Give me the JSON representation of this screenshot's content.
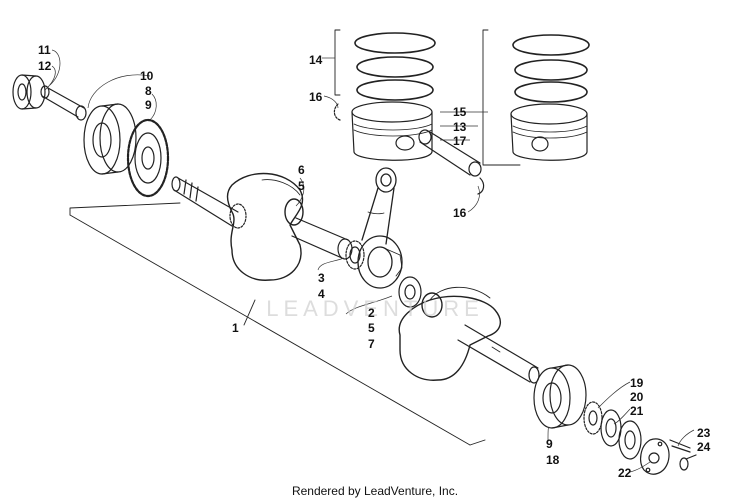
{
  "callouts": [
    {
      "id": "c11",
      "text": "11"
    },
    {
      "id": "c12",
      "text": "12"
    },
    {
      "id": "c10",
      "text": "10"
    },
    {
      "id": "c8",
      "text": "8"
    },
    {
      "id": "c9a",
      "text": "9"
    },
    {
      "id": "c14",
      "text": "14"
    },
    {
      "id": "c16a",
      "text": "16"
    },
    {
      "id": "c15",
      "text": "15"
    },
    {
      "id": "c13",
      "text": "13"
    },
    {
      "id": "c17",
      "text": "17"
    },
    {
      "id": "c6",
      "text": "6"
    },
    {
      "id": "c5a",
      "text": "5"
    },
    {
      "id": "c16b",
      "text": "16"
    },
    {
      "id": "c3",
      "text": "3"
    },
    {
      "id": "c4",
      "text": "4"
    },
    {
      "id": "c1",
      "text": "1"
    },
    {
      "id": "c2",
      "text": "2"
    },
    {
      "id": "c5b",
      "text": "5"
    },
    {
      "id": "c7",
      "text": "7"
    },
    {
      "id": "c19",
      "text": "19"
    },
    {
      "id": "c20",
      "text": "20"
    },
    {
      "id": "c21",
      "text": "21"
    },
    {
      "id": "c9b",
      "text": "9"
    },
    {
      "id": "c18",
      "text": "18"
    },
    {
      "id": "c23",
      "text": "23"
    },
    {
      "id": "c24",
      "text": "24"
    },
    {
      "id": "c22",
      "text": "22"
    }
  ],
  "watermark": "LEADVENTURE",
  "footer": "Rendered by LeadVenture, Inc."
}
